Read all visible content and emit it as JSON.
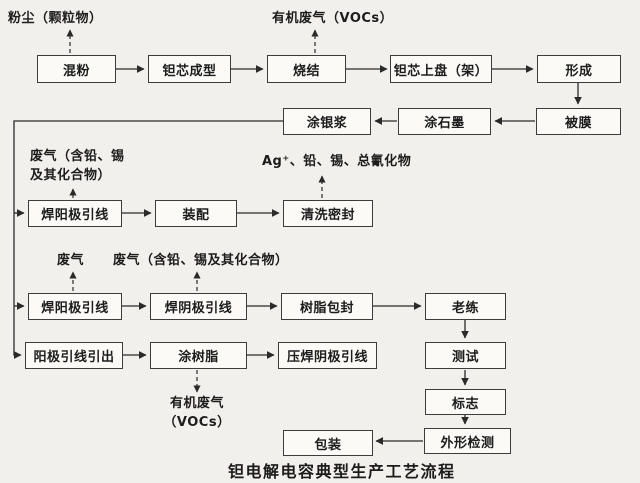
{
  "title": "钽电解电容典型生产工艺流程",
  "boxes": {
    "mix_powder": "混粉",
    "core_forming": "钽芯成型",
    "sintering": "烧结",
    "core_loading": "钽芯上盘（架）",
    "formation": "形成",
    "film": "被膜",
    "graphite": "涂石墨",
    "silver_paste": "涂银浆",
    "weld_anode_1": "焊阳极引线",
    "assembly": "装配",
    "clean_seal": "清洗密封",
    "weld_anode_2": "焊阳极引线",
    "weld_cathode": "焊阴极引线",
    "resin_encap": "树脂包封",
    "aging": "老练",
    "anode_lead_out": "阳极引线引出",
    "resin_coat": "涂树脂",
    "press_weld_cathode": "压焊阴极引线",
    "testing": "测试",
    "marking": "标志",
    "inspection": "外形检测",
    "packaging": "包装"
  },
  "emissions": {
    "dust": "粉尘（颗粒物）",
    "voc_top": "有机废气（VOCs）",
    "waste_pb_sn_line1": "废气（含铅、锡",
    "waste_pb_sn_line2": "及其化合物）",
    "ag_pb_sn_cn": "Ag⁺、铅、锡、总氰化物",
    "waste_gas": "废气",
    "waste_pb_sn_full": "废气（含铅、锡及其化合物）",
    "voc_bottom_line1": "有机废气",
    "voc_bottom_line2": "（VOCs）"
  },
  "colors": {
    "line": "#2a2a2a",
    "background": "#f2f0ec",
    "box_fill": "#fbfaf7"
  }
}
